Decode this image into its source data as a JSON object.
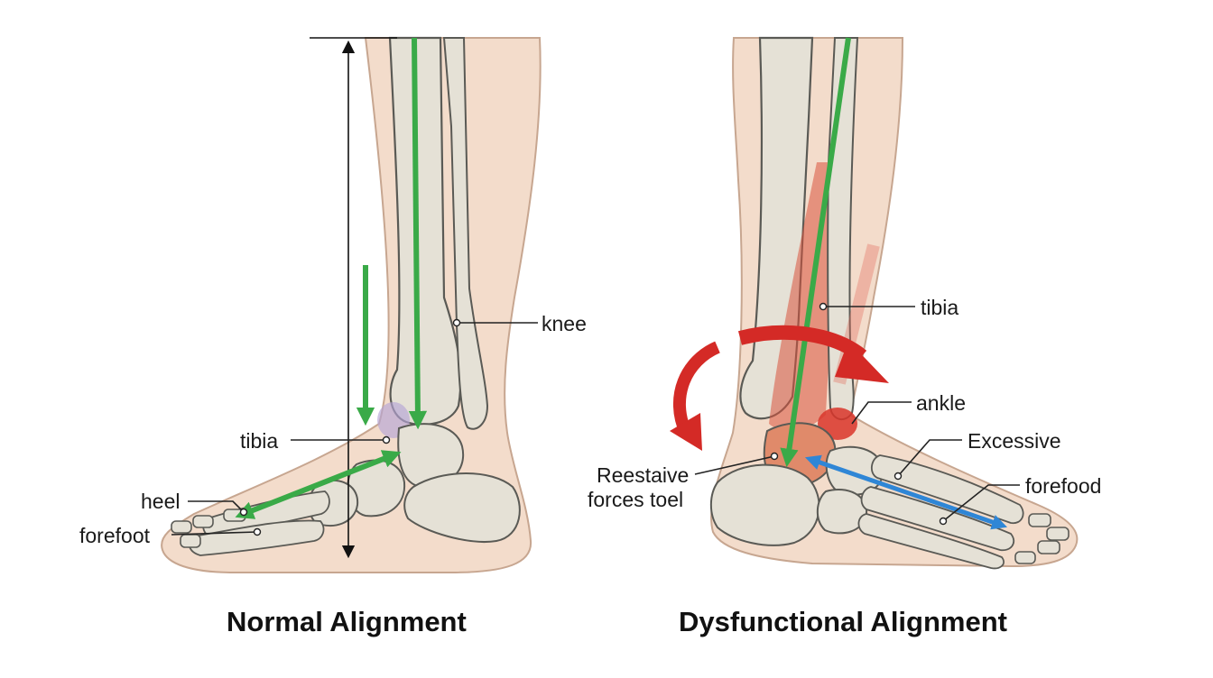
{
  "normal": {
    "title": "Normal Alignment",
    "labels": {
      "knee": "knee",
      "tibia": "tibia",
      "heel": "heel",
      "forefoot": "forefoot"
    }
  },
  "dysfunctional": {
    "title": "Dysfunctional Alignment",
    "labels": {
      "tibia": "tibia",
      "ankle": "ankle",
      "excessive": "Excessive",
      "forefoot": "forefood",
      "restrictive_line1": "Reestaive",
      "restrictive_line2": "forces toel"
    }
  },
  "colors": {
    "skin": "#f3dccb",
    "skin_outline": "#c7a690",
    "bone": "#e5e1d6",
    "bone_outline": "#5a5a55",
    "green_arrow": "#3aaa48",
    "red_arrow": "#d42a26",
    "blue_arrow": "#2f86d6",
    "inflamed": "#d9543e",
    "purple_highlight": "#b6a4d6"
  },
  "icons": [
    "arrow-icon",
    "curved-arrow-icon"
  ]
}
